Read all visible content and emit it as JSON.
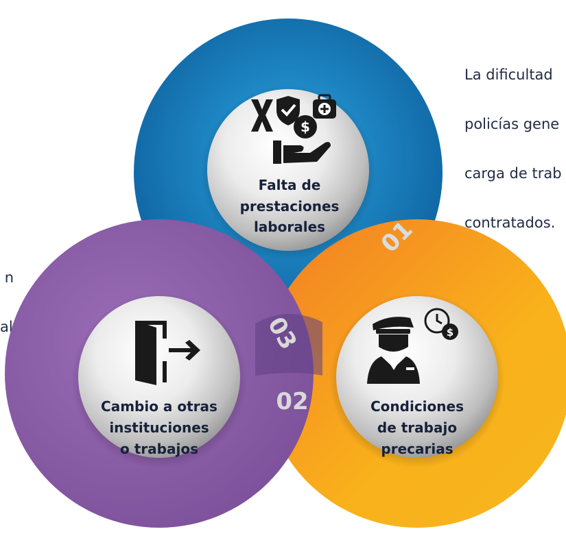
{
  "side_text": {
    "right_lines": [
      "La dificultad",
      "policías gene",
      "carga de trab",
      "contratados."
    ],
    "left_lines": [
      "n",
      "al."
    ]
  },
  "steps": [
    {
      "number": "01",
      "label_lines": [
        "Falta de",
        "prestaciones",
        "laborales"
      ],
      "ring_color": "#1a7fc1",
      "icon": "benefits-hand-icon"
    },
    {
      "number": "02",
      "label_lines": [
        "Condiciones",
        "de trabajo",
        "precarias"
      ],
      "ring_color": "#f6a31c",
      "icon": "police-officer-clock-icon"
    },
    {
      "number": "03",
      "label_lines": [
        "Cambio a otras",
        "instituciones",
        "o trabajos"
      ],
      "ring_color": "#8a5fa6",
      "icon": "exit-door-icon"
    }
  ]
}
